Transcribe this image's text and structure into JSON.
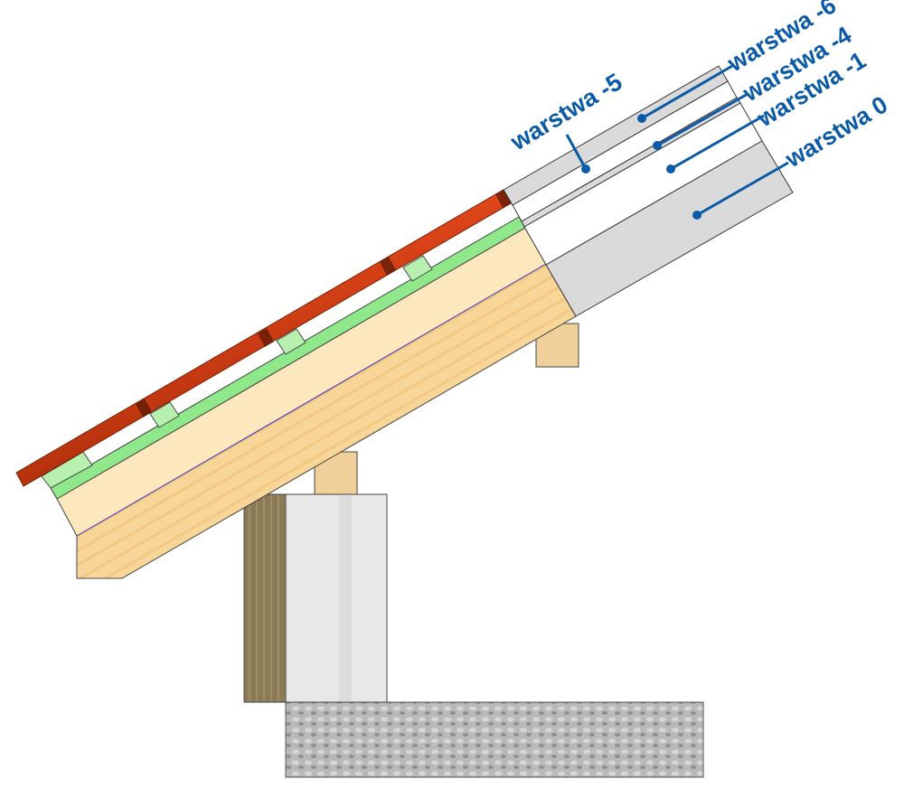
{
  "title": "Roof layer cross-section",
  "colors": {
    "label": "#0b5aa6",
    "tile": "#e0461a",
    "membrane": "#8fe88a",
    "batten": "#b8f0b0",
    "rafter_light": "#fde7bd",
    "rafter_wood": "#f8d697",
    "schematic_gray": "#d9d9d9",
    "insulation": "#8a7a55",
    "concrete": "#e6e6e6",
    "foundation": "#b8b8b8"
  },
  "labels": [
    {
      "id": "layer-minus-6",
      "text": "warstwa -6"
    },
    {
      "id": "layer-minus-4",
      "text": "warstwa -4"
    },
    {
      "id": "layer-minus-1",
      "text": "warstwa -1"
    },
    {
      "id": "layer-0",
      "text": "warstwa 0"
    },
    {
      "id": "layer-minus-5",
      "text": "warstwa -5"
    }
  ]
}
